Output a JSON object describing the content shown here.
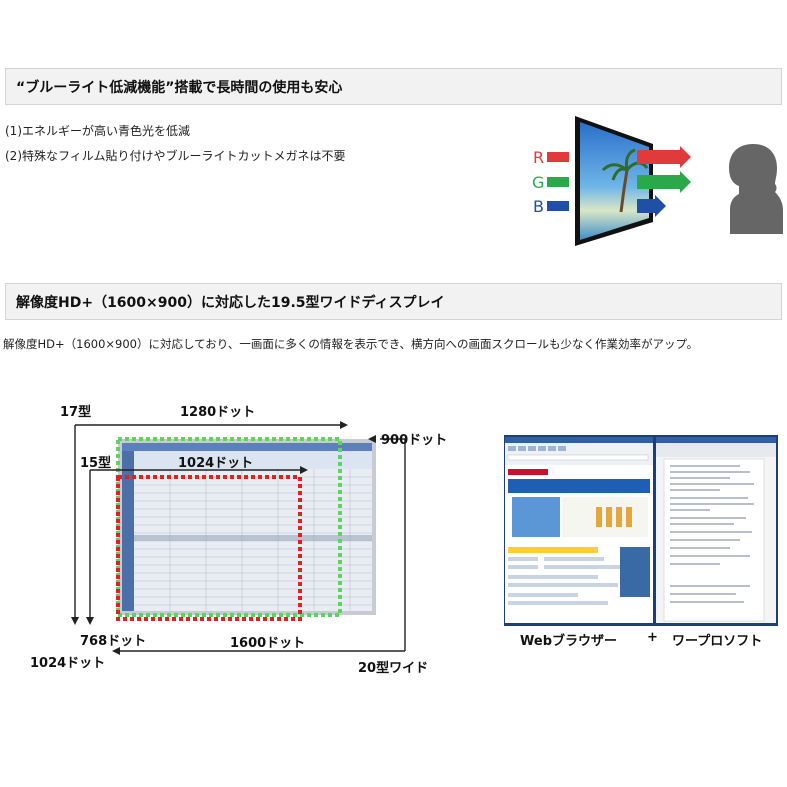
{
  "section1": {
    "title": "“ブルーライト低減機能”搭載で長時間の使用も安心",
    "bullets": [
      "(1)エネルギーが高い青色光を低減",
      "(2)特殊なフィルム貼り付けやブルーライトカットメガネは不要"
    ],
    "rgb": [
      "R",
      "G",
      "B"
    ],
    "colors": {
      "red": "#e03a3a",
      "green": "#2aa84a",
      "blue": "#1f4fa6"
    }
  },
  "section2": {
    "title": "解像度HD+（1600×900）に対応した19.5型ワイドディスプレイ",
    "description": "解像度HD+（1600×900）に対応しており、一画面に多くの情報を表示でき、横方向への画面スクロールも少なく作業効率がアップ。"
  },
  "diagram": {
    "size_17": "17型",
    "width_1280": "1280ドット",
    "size_15": "15型",
    "width_1024": "1024ドット",
    "height_900": "900ドット",
    "height_768": "768ドット",
    "width_1600": "1600ドット",
    "height_1024": "1024ドット",
    "size_20": "20型ワイド"
  },
  "screenshot_caption": {
    "left": "Webブラウザー",
    "plus": "+",
    "right": "ワープロソフト"
  }
}
